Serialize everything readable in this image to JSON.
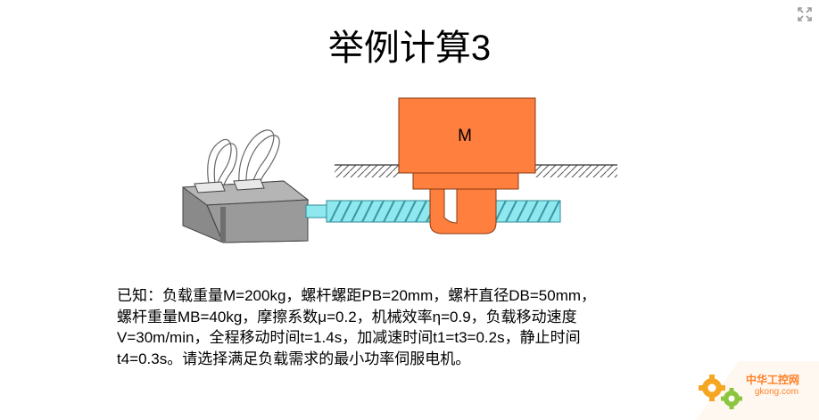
{
  "slide": {
    "title": "举例计算3",
    "motor_mass_label": "M"
  },
  "problem": {
    "lines": [
      "已知：负载重量M=200kg，螺杆螺距PB=20mm，螺杆直径DB=50mm，",
      "螺杆重量MB=40kg，摩擦系数μ=0.2，机械效率η=0.9，负载移动速度",
      "V=30m/min，全程移动时间t=1.4s，加减速时间t1=t3=0.2s，静止时间",
      "t4=0.3s。请选择满足负载需求的最小功率伺服电机。"
    ]
  },
  "watermark": {
    "site_name": "中华工控网",
    "site_url": "gkong.com"
  },
  "icons": {
    "expand": "expand-arrows-icon",
    "watermark_logo": "gears-icon"
  },
  "colors": {
    "load_orange": "#ff7f3f",
    "screw_cyan": "#8fe8ee",
    "motor_gray": "#8a8a8a"
  }
}
